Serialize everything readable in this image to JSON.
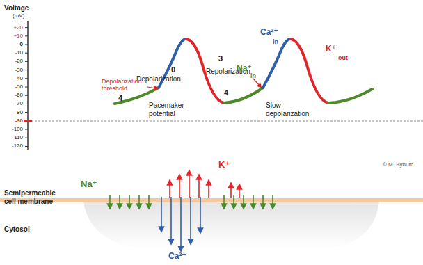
{
  "diagram": {
    "labels": [
      "Voltage",
      "(mV)",
      "+20",
      "+10",
      "0",
      "-10",
      "-20",
      "-30",
      "-40",
      "-50",
      "-60",
      "-70",
      "-80",
      "-90",
      "-100",
      "-110",
      "-120",
      "0",
      "Depolarization",
      "3",
      "Repolarization",
      "Depolarization threshold",
      "4",
      "Pacemaker-potential",
      "4",
      "Na⁺",
      "in",
      "Slow depolarization",
      "Ca²⁺",
      "in",
      "K⁺",
      "out",
      "Na⁺",
      "K⁺",
      "Ca²⁺",
      "Semipermeable cell membrane",
      "Cytosol",
      "© M. Bynum"
    ]
  }
}
